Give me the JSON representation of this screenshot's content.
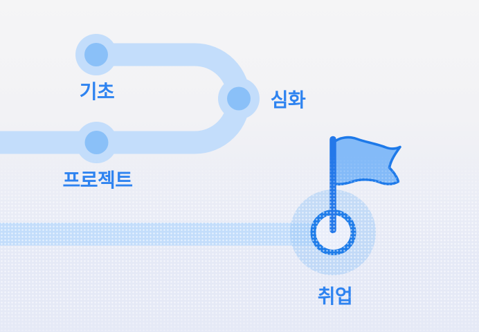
{
  "roadmap": {
    "stages": [
      {
        "id": "basics",
        "label": "기초"
      },
      {
        "id": "advanced",
        "label": "심화"
      },
      {
        "id": "project",
        "label": "프로젝트"
      },
      {
        "id": "employment",
        "label": "취업"
      }
    ],
    "goal_icon": "flag-icon"
  },
  "colors": {
    "background_top": "#f5f5f6",
    "background_mid": "#f2f2f5",
    "background_bottom": "#e5e9f6",
    "track": "#c3ddfb",
    "node_inner": "#8ac0f8",
    "label_text": "#2e83f0",
    "goal_halo": "#9ec9f7",
    "goal_ring_stroke": "#1e7ce9",
    "goal_ring_fill": "#eaeefa",
    "flag_pole": "#2478e9",
    "flag_fill": "#83baf8",
    "flag_stroke": "#1d79e9"
  }
}
